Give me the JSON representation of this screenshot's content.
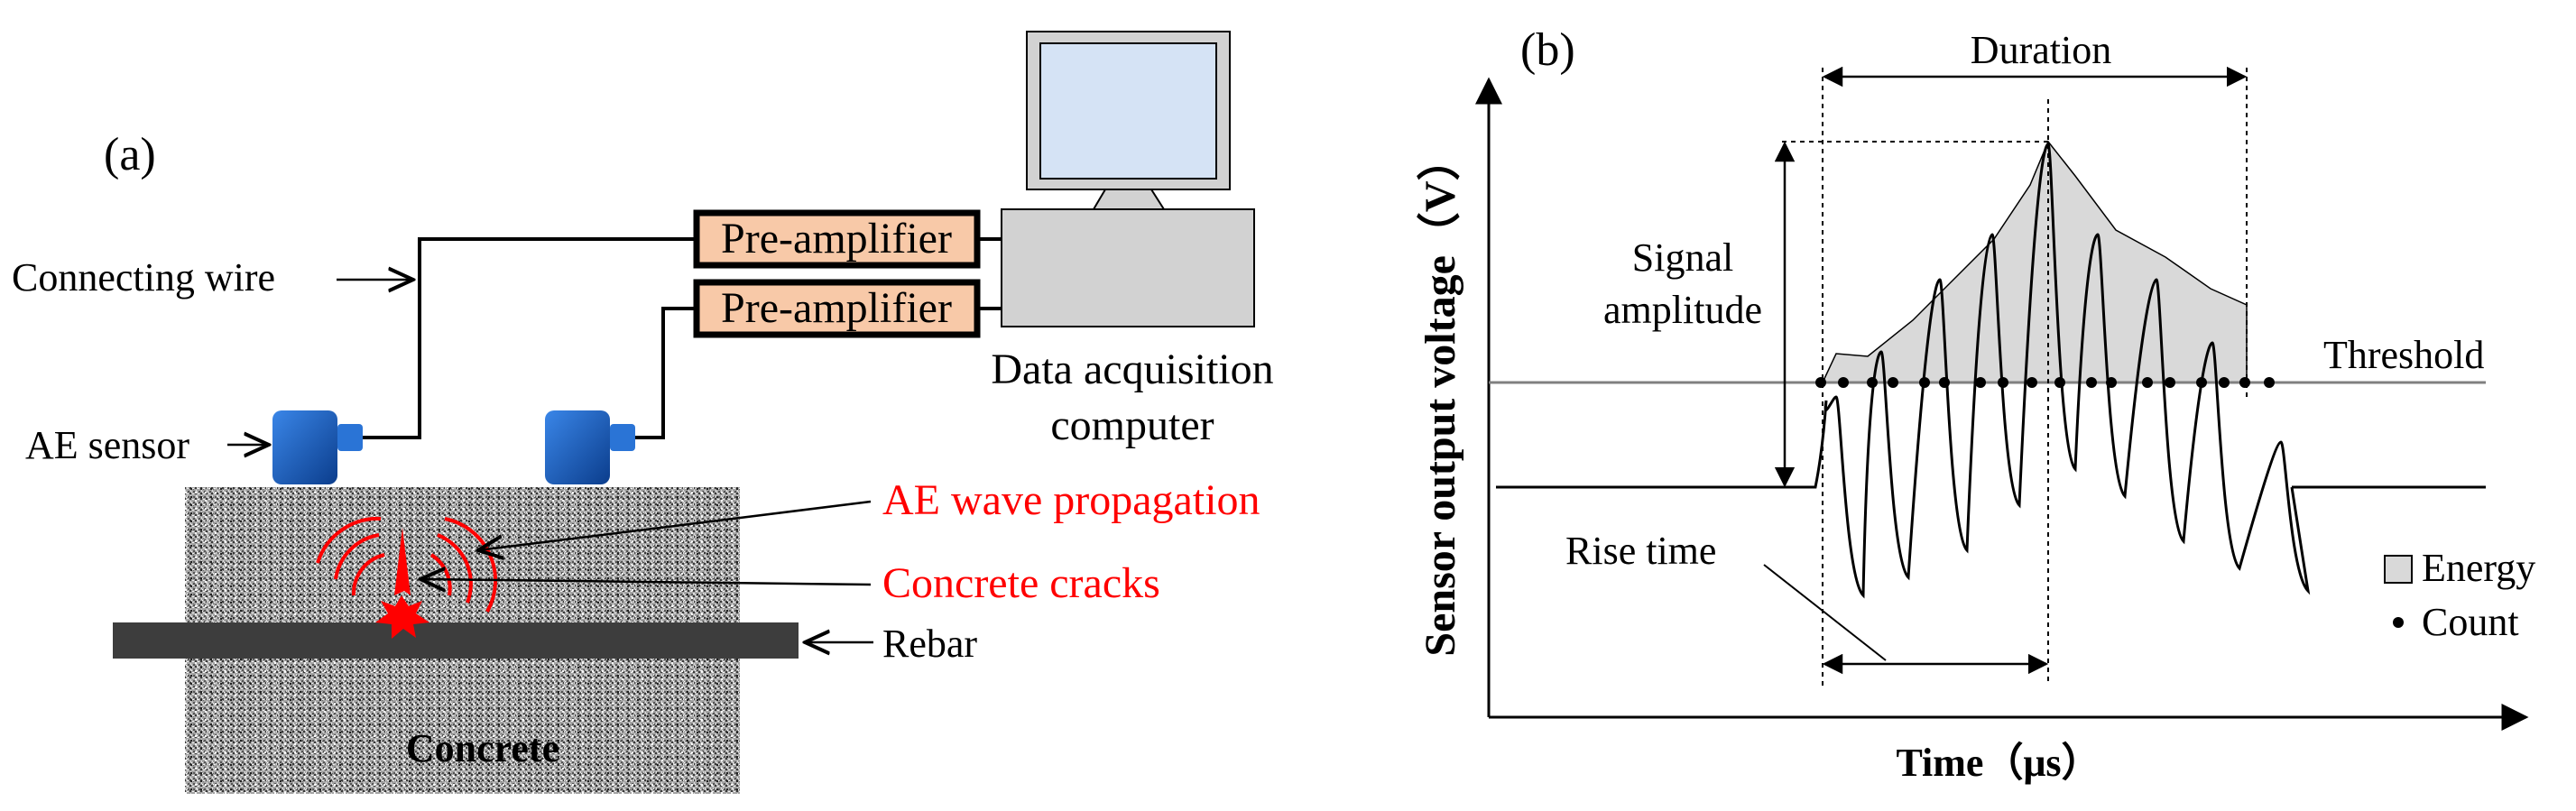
{
  "panel_a": {
    "label": "(a)",
    "connecting_wire": "Connecting wire",
    "ae_sensor": "AE sensor",
    "pre_amplifier_1": "Pre-amplifier",
    "pre_amplifier_2": "Pre-amplifier",
    "data_acquisition_line1": "Data acquisition",
    "data_acquisition_line2": "computer",
    "ae_wave_propagation": "AE wave propagation",
    "concrete_cracks": "Concrete cracks",
    "rebar": "Rebar",
    "concrete": "Concrete",
    "colors": {
      "annotation_red": "#ff0000",
      "pre_amplifier_fill": "#f8c9a8",
      "sensor_blue": "#1f5fbf",
      "concrete_gray": "#9a9a9a"
    }
  },
  "panel_b": {
    "label": "(b)",
    "duration": "Duration",
    "signal_amplitude_line1": "Signal",
    "signal_amplitude_line2": "amplitude",
    "threshold": "Threshold",
    "rise_time": "Rise time",
    "y_axis_label": "Sensor output voltage（V）",
    "x_axis_label": "Time（μs）",
    "legend": {
      "energy": "Energy",
      "count": "Count"
    },
    "colors": {
      "energy_fill": "#d9d9d9",
      "threshold_line": "#808080"
    }
  }
}
